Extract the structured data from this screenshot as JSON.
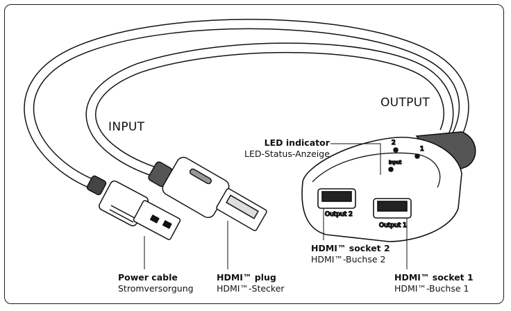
{
  "headers": {
    "input": "INPUT",
    "output": "OUTPUT"
  },
  "labels": {
    "led": {
      "title": "LED indicator",
      "subtitle": "LED-Status-Anzeige"
    },
    "power": {
      "title": "Power cable",
      "subtitle": "Stromversorgung"
    },
    "hdmi_plug": {
      "title": "HDMI™ plug",
      "subtitle": "HDMI™-Stecker"
    },
    "socket2": {
      "title": "HDMI™ socket 2",
      "subtitle": "HDMI™-Buchse 2"
    },
    "socket1": {
      "title": "HDMI™ socket 1",
      "subtitle": "HDMI™-Buchse 1"
    }
  },
  "device": {
    "output1_label": "Output 1",
    "output2_label": "Output 2",
    "led_marks": [
      "2",
      "1",
      "Input"
    ]
  }
}
